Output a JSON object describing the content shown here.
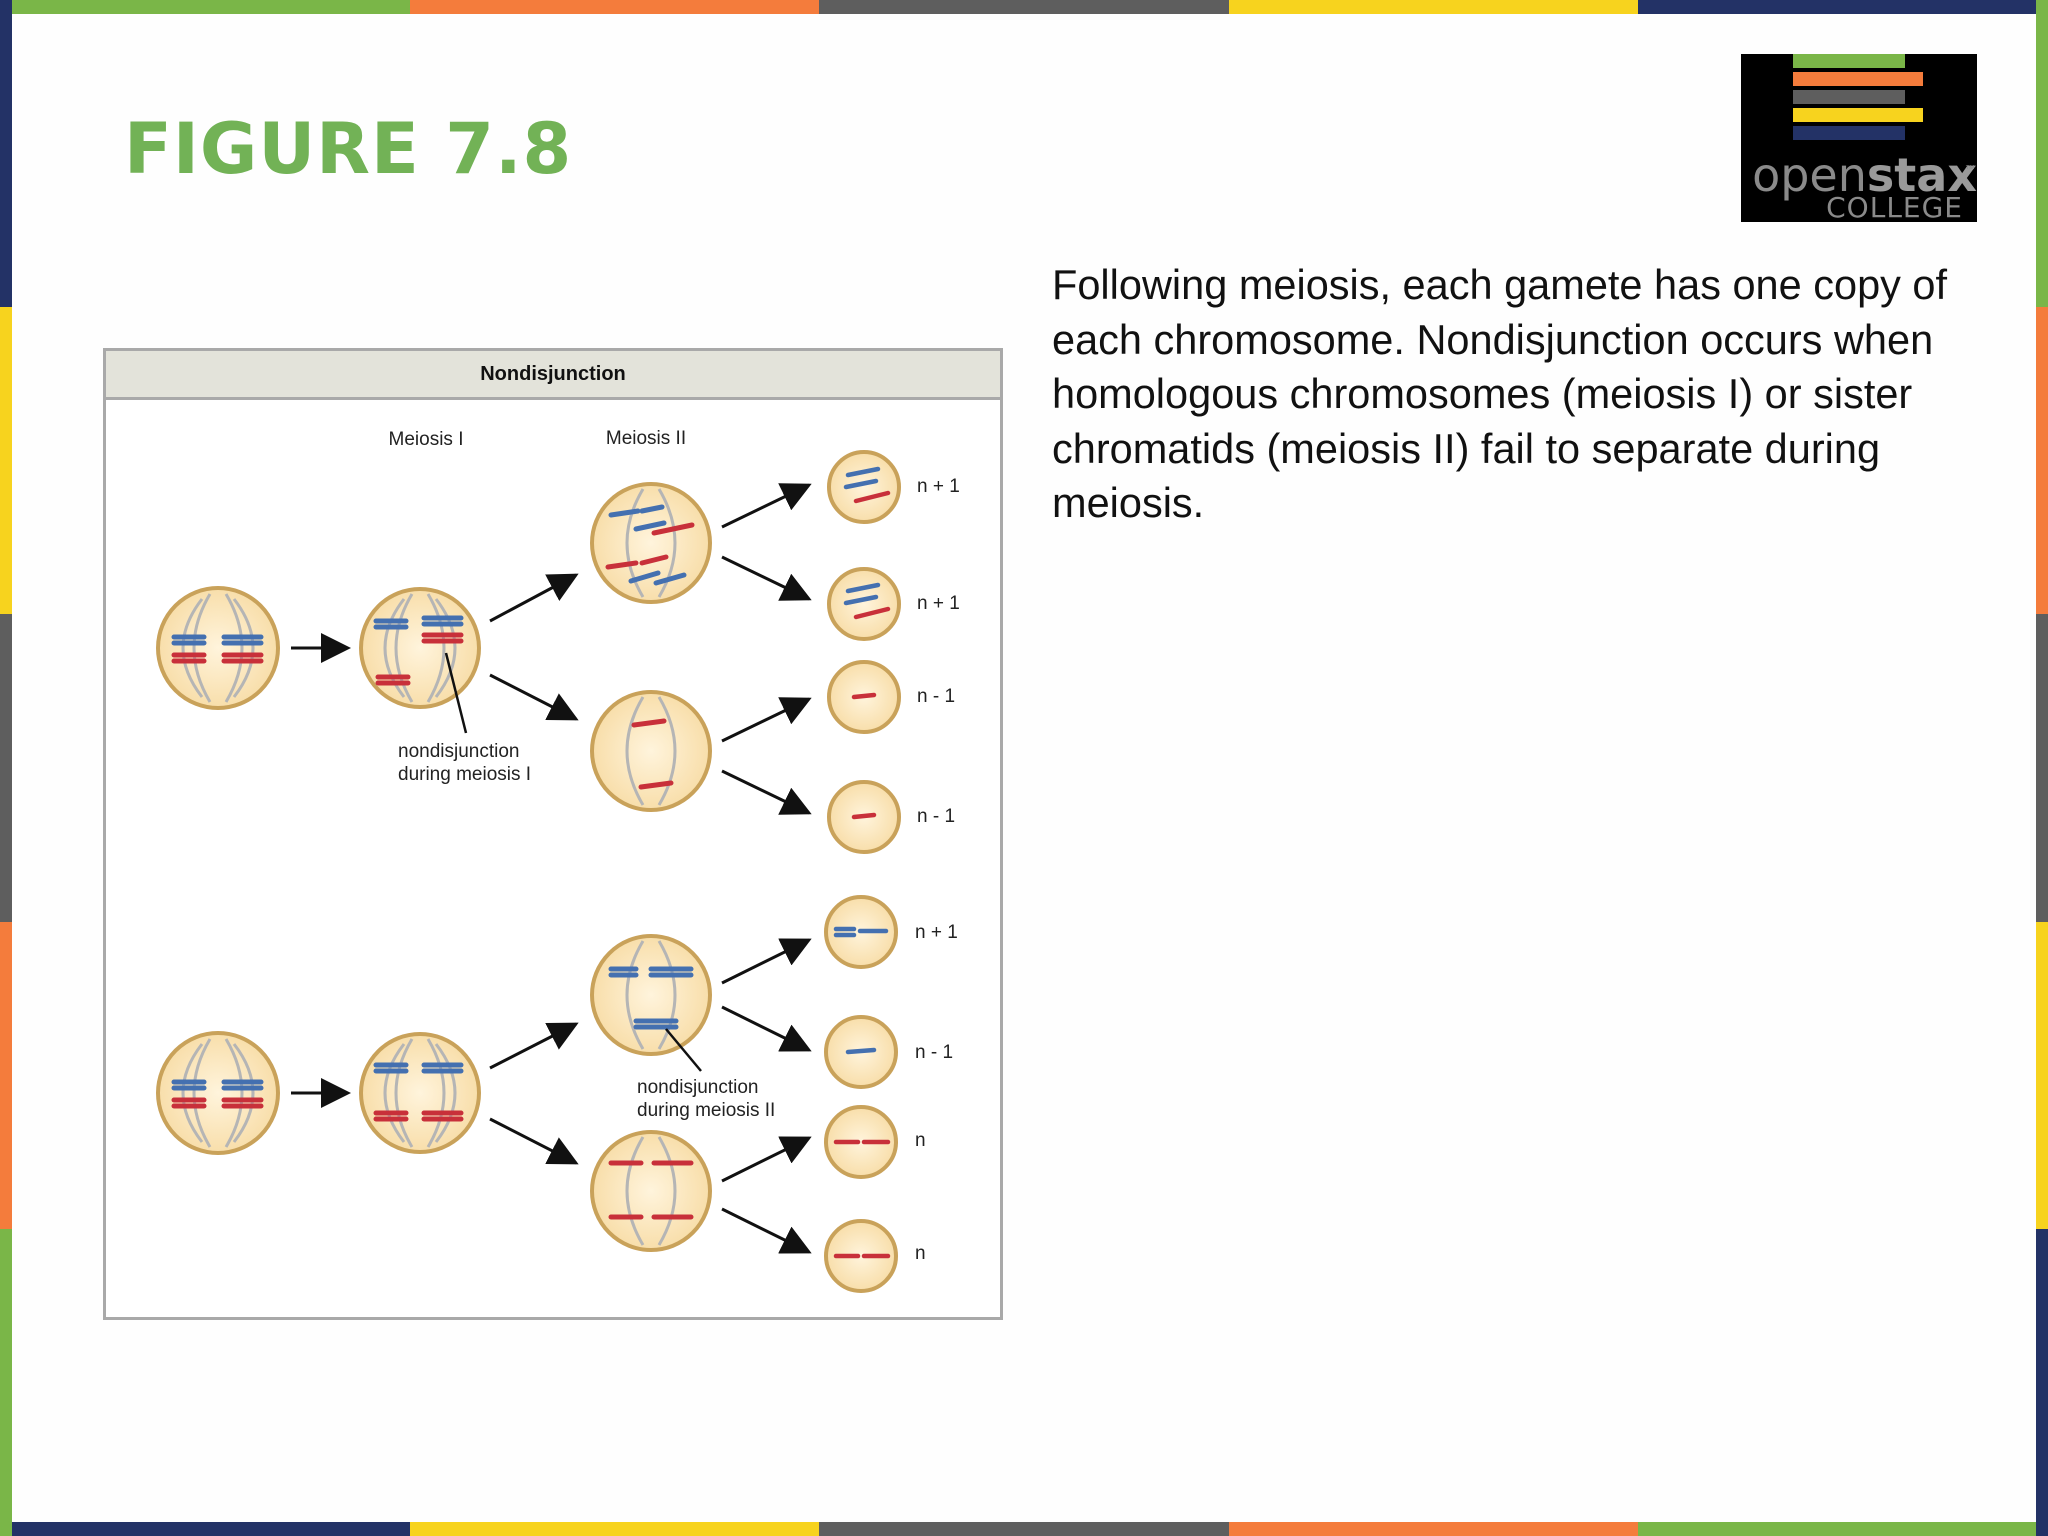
{
  "slide": {
    "title": "FIGURE 7.8",
    "caption": "Following meiosis, each gamete has one copy of each chromosome. Nondisjunction occurs when homologous chromosomes (meiosis I) or sister chromatids (meiosis II) fail to separate during meiosis."
  },
  "logo": {
    "word_light": "open",
    "word_bold": "stax",
    "trademark": "™",
    "subtitle": "COLLEGE"
  },
  "diagram": {
    "title": "Nondisjunction",
    "column_labels": [
      "Meiosis I",
      "Meiosis II"
    ],
    "annotation_meiosis_1": [
      "nondisjunction",
      "during meiosis I"
    ],
    "annotation_meiosis_2": [
      "nondisjunction",
      "during meiosis II"
    ],
    "top_gamete_labels": [
      "n + 1",
      "n + 1",
      "n - 1",
      "n - 1"
    ],
    "bottom_gamete_labels": [
      "n + 1",
      "n - 1",
      "n",
      "n"
    ]
  },
  "colors": {
    "title_green": "#72b256",
    "stripe_green": "#7ab648",
    "stripe_orange": "#f47c3c",
    "stripe_gray": "#5e5e5e",
    "stripe_yellow": "#f7d31e",
    "stripe_navy": "#233266",
    "cell_fill": "#fbe5b8",
    "cell_border": "#c9a25a",
    "chromosome_blue": "#4470b0",
    "chromosome_red": "#c8303a"
  }
}
